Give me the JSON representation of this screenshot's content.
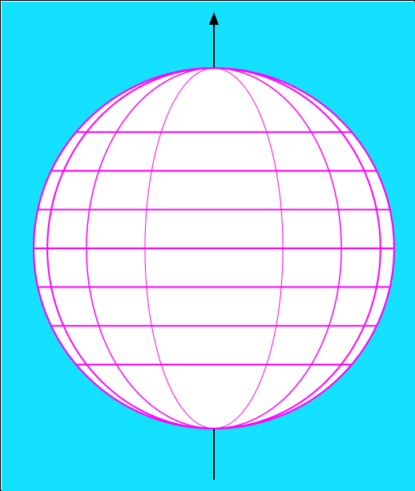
{
  "colors": {
    "background": "#13E1FF",
    "globe_fill": "#FFFFFF",
    "grid_lines": "#FF00FF",
    "axis": "#000000",
    "frame_border": "#000000"
  },
  "globe": {
    "meridian_count": 8,
    "parallel_count": 7,
    "axis_arrow": "north"
  }
}
